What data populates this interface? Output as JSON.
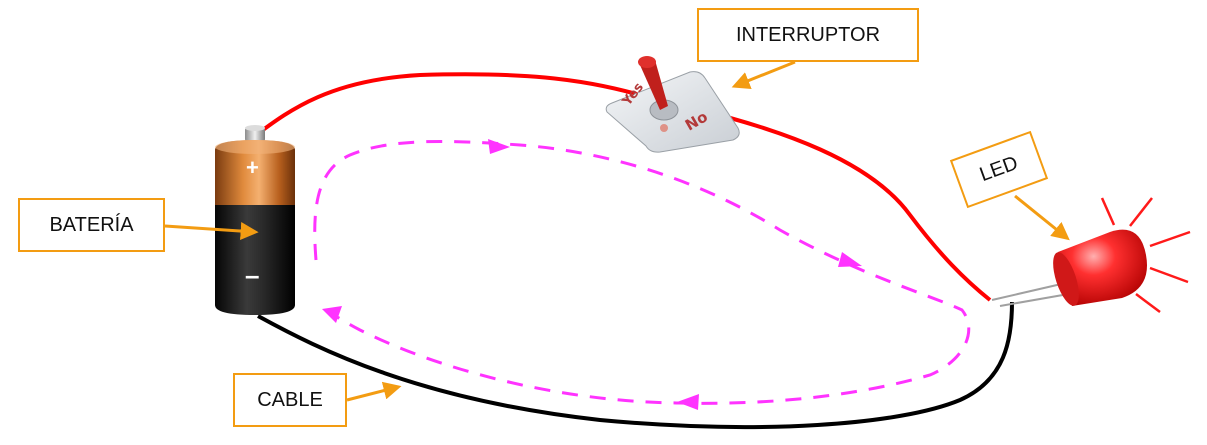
{
  "labels": {
    "interruptor": "INTERRUPTOR",
    "bateria": "BATERÍA",
    "cable": "CABLE",
    "led": "LED"
  },
  "battery": {
    "positive": "+",
    "negative": "–"
  },
  "switch": {
    "yes": "Yes",
    "no": "No"
  },
  "colors": {
    "box_border": "#f39c12",
    "arrow": "#f39c12",
    "wire_positive": "#ff0000",
    "wire_negative": "#000000",
    "current_flow": "#ff33ff",
    "led_red": "#ff1a1a"
  }
}
